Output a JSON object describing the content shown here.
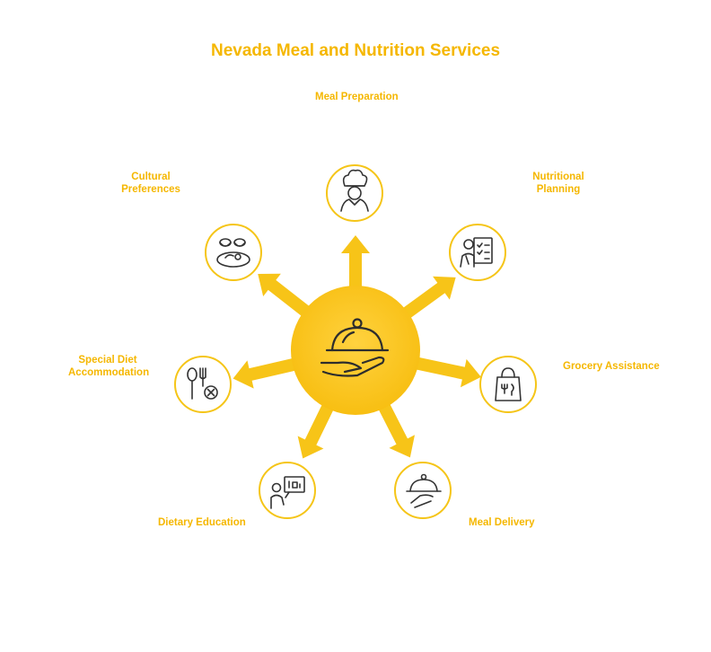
{
  "title": "Nevada Meal and Nutrition Services",
  "center": {
    "icon": "serving-cloche-hand-icon"
  },
  "colors": {
    "accent": "#F5B700",
    "hub": "#FFC61A",
    "circle_stroke": "#F5C518",
    "text": "#F5B700"
  },
  "nodes": [
    {
      "id": "meal-preparation",
      "label": "Meal Preparation",
      "icon": "chef-icon"
    },
    {
      "id": "nutritional-planning",
      "label": "Nutritional Planning",
      "icon": "nutrition-checklist-icon"
    },
    {
      "id": "grocery-assistance",
      "label": "Grocery Assistance",
      "icon": "shopping-bag-icon"
    },
    {
      "id": "meal-delivery",
      "label": "Meal Delivery",
      "icon": "cloche-delivery-icon"
    },
    {
      "id": "dietary-education",
      "label": "Dietary Education",
      "icon": "presenter-board-icon"
    },
    {
      "id": "special-diet-accommodation",
      "label": "Special Diet Accommodation",
      "icon": "utensils-restriction-icon"
    },
    {
      "id": "cultural-preferences",
      "label": "Cultural Preferences",
      "icon": "food-bowls-icon"
    }
  ]
}
